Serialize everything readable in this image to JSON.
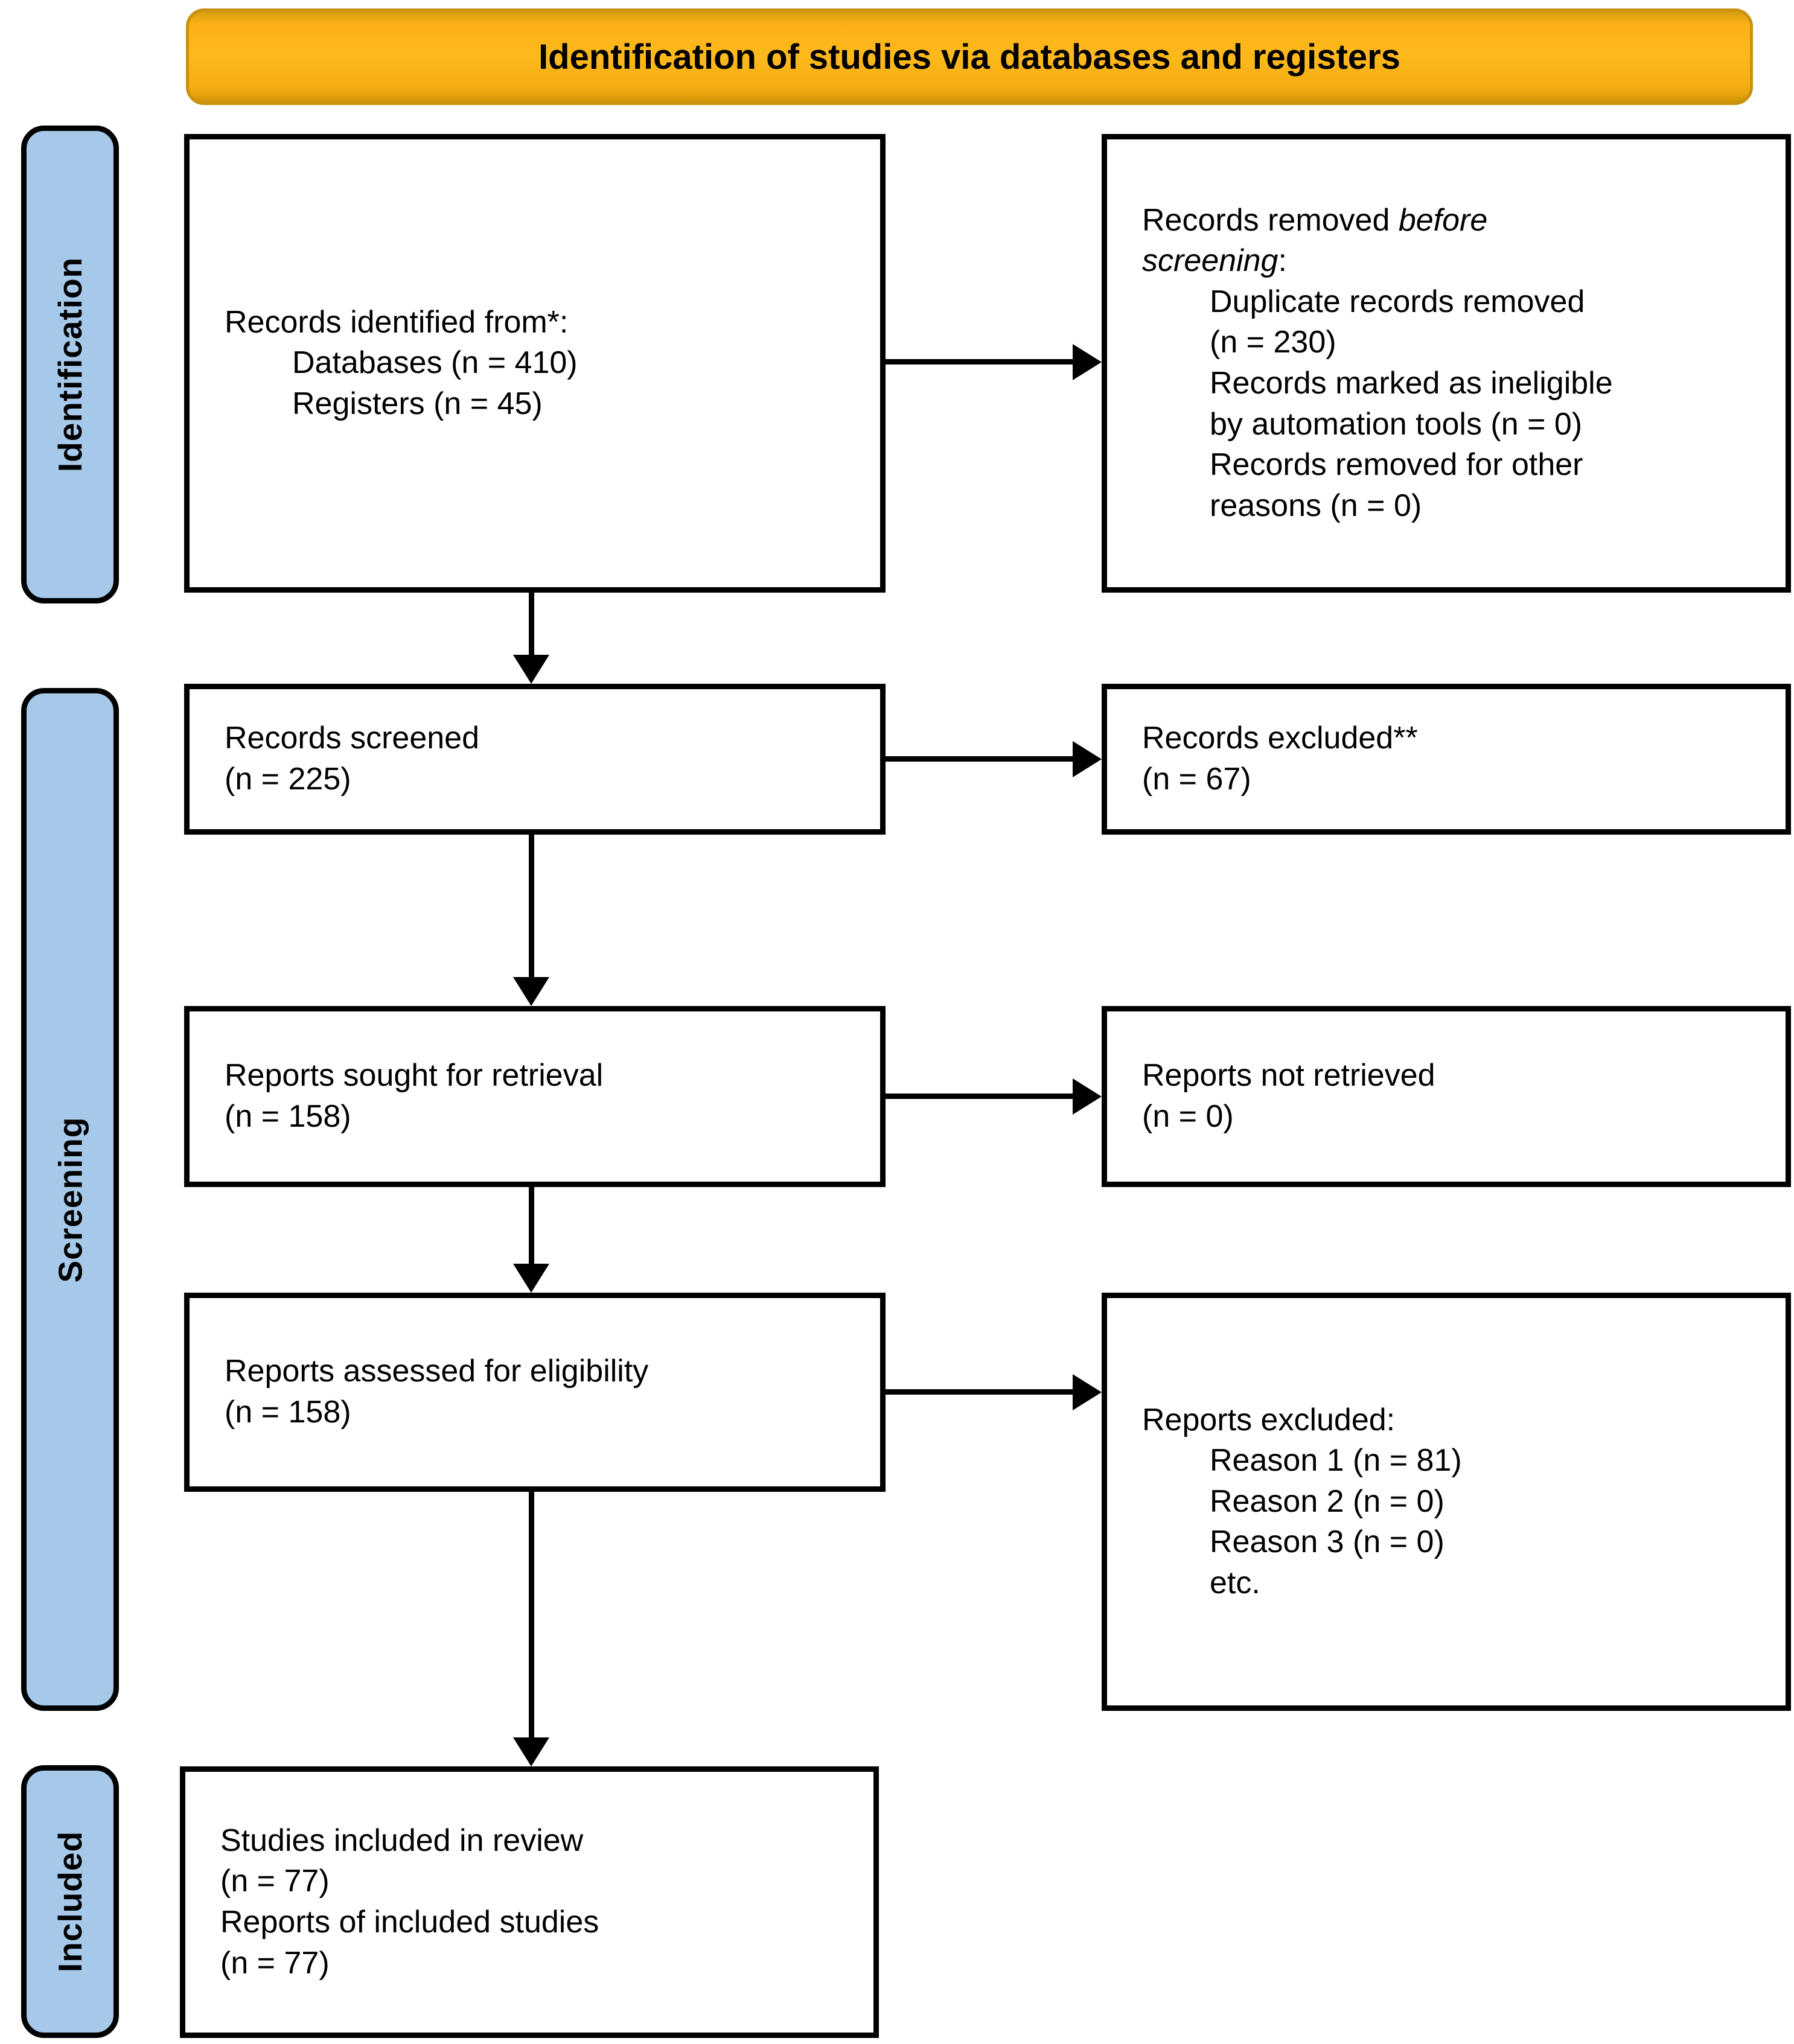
{
  "banner": {
    "label": "Identification of studies via databases and registers"
  },
  "sidebar": {
    "stages": [
      {
        "label": "Identification"
      },
      {
        "label": "Screening"
      },
      {
        "label": "Included"
      }
    ]
  },
  "colors": {
    "banner_bg": "#FBB117",
    "banner_border": "#C8920D",
    "stage_bg": "#A6C9EA",
    "box_border": "#000000",
    "text": "#000000"
  },
  "flow": {
    "left_boxes": [
      {
        "name": "records-identified",
        "lines": [
          {
            "indent": 0,
            "segs": [
              {
                "text": "Records identified from*:"
              }
            ]
          },
          {
            "indent": 1,
            "segs": [
              {
                "text": "Databases (n = 410)"
              }
            ]
          },
          {
            "indent": 1,
            "segs": [
              {
                "text": "Registers (n = 45)"
              }
            ]
          }
        ]
      },
      {
        "name": "records-screened",
        "lines": [
          {
            "indent": 0,
            "segs": [
              {
                "text": "Records screened"
              }
            ]
          },
          {
            "indent": 0,
            "segs": [
              {
                "text": "(n = 225)"
              }
            ]
          }
        ]
      },
      {
        "name": "reports-sought",
        "lines": [
          {
            "indent": 0,
            "segs": [
              {
                "text": "Reports sought for retrieval"
              }
            ]
          },
          {
            "indent": 0,
            "segs": [
              {
                "text": "(n = 158)"
              }
            ]
          }
        ]
      },
      {
        "name": "reports-assessed",
        "lines": [
          {
            "indent": 0,
            "segs": [
              {
                "text": "Reports assessed for eligibility"
              }
            ]
          },
          {
            "indent": 0,
            "segs": [
              {
                "text": "(n = 158)"
              }
            ]
          }
        ]
      },
      {
        "name": "studies-included",
        "lines": [
          {
            "indent": 0,
            "segs": [
              {
                "text": "Studies included in review"
              }
            ]
          },
          {
            "indent": 0,
            "segs": [
              {
                "text": "(n = 77)"
              }
            ]
          },
          {
            "indent": 0,
            "segs": [
              {
                "text": "Reports of included studies"
              }
            ]
          },
          {
            "indent": 0,
            "segs": [
              {
                "text": "(n = 77)"
              }
            ]
          }
        ]
      }
    ],
    "right_boxes": [
      {
        "name": "records-removed-before-screening",
        "lines": [
          {
            "indent": 0,
            "segs": [
              {
                "text": "Records removed "
              },
              {
                "text": "before",
                "italic": true
              }
            ]
          },
          {
            "indent": 0,
            "segs": [
              {
                "text": "screening",
                "italic": true
              },
              {
                "text": ":"
              }
            ]
          },
          {
            "indent": 1,
            "segs": [
              {
                "text": "Duplicate records removed"
              }
            ]
          },
          {
            "indent": 1,
            "segs": [
              {
                "text": "(n = 230)"
              }
            ]
          },
          {
            "indent": 1,
            "segs": [
              {
                "text": "Records marked as ineligible"
              }
            ]
          },
          {
            "indent": 1,
            "segs": [
              {
                "text": "by automation tools (n = 0)"
              }
            ]
          },
          {
            "indent": 1,
            "segs": [
              {
                "text": "Records removed for other"
              }
            ]
          },
          {
            "indent": 1,
            "segs": [
              {
                "text": "reasons (n = 0)"
              }
            ]
          }
        ]
      },
      {
        "name": "records-excluded",
        "lines": [
          {
            "indent": 0,
            "segs": [
              {
                "text": "Records excluded**"
              }
            ]
          },
          {
            "indent": 0,
            "segs": [
              {
                "text": "(n = 67)"
              }
            ]
          }
        ]
      },
      {
        "name": "reports-not-retrieved",
        "lines": [
          {
            "indent": 0,
            "segs": [
              {
                "text": "Reports not retrieved"
              }
            ]
          },
          {
            "indent": 0,
            "segs": [
              {
                "text": "(n = 0)"
              }
            ]
          }
        ]
      },
      {
        "name": "reports-excluded",
        "lines": [
          {
            "indent": 0,
            "segs": [
              {
                "text": "Reports excluded:"
              }
            ]
          },
          {
            "indent": 1,
            "segs": [
              {
                "text": "Reason 1 (n = 81)"
              }
            ]
          },
          {
            "indent": 1,
            "segs": [
              {
                "text": "Reason 2 (n = 0)"
              }
            ]
          },
          {
            "indent": 1,
            "segs": [
              {
                "text": "Reason 3 (n = 0)"
              }
            ]
          },
          {
            "indent": 1,
            "segs": [
              {
                "text": "etc."
              }
            ]
          }
        ]
      }
    ]
  }
}
